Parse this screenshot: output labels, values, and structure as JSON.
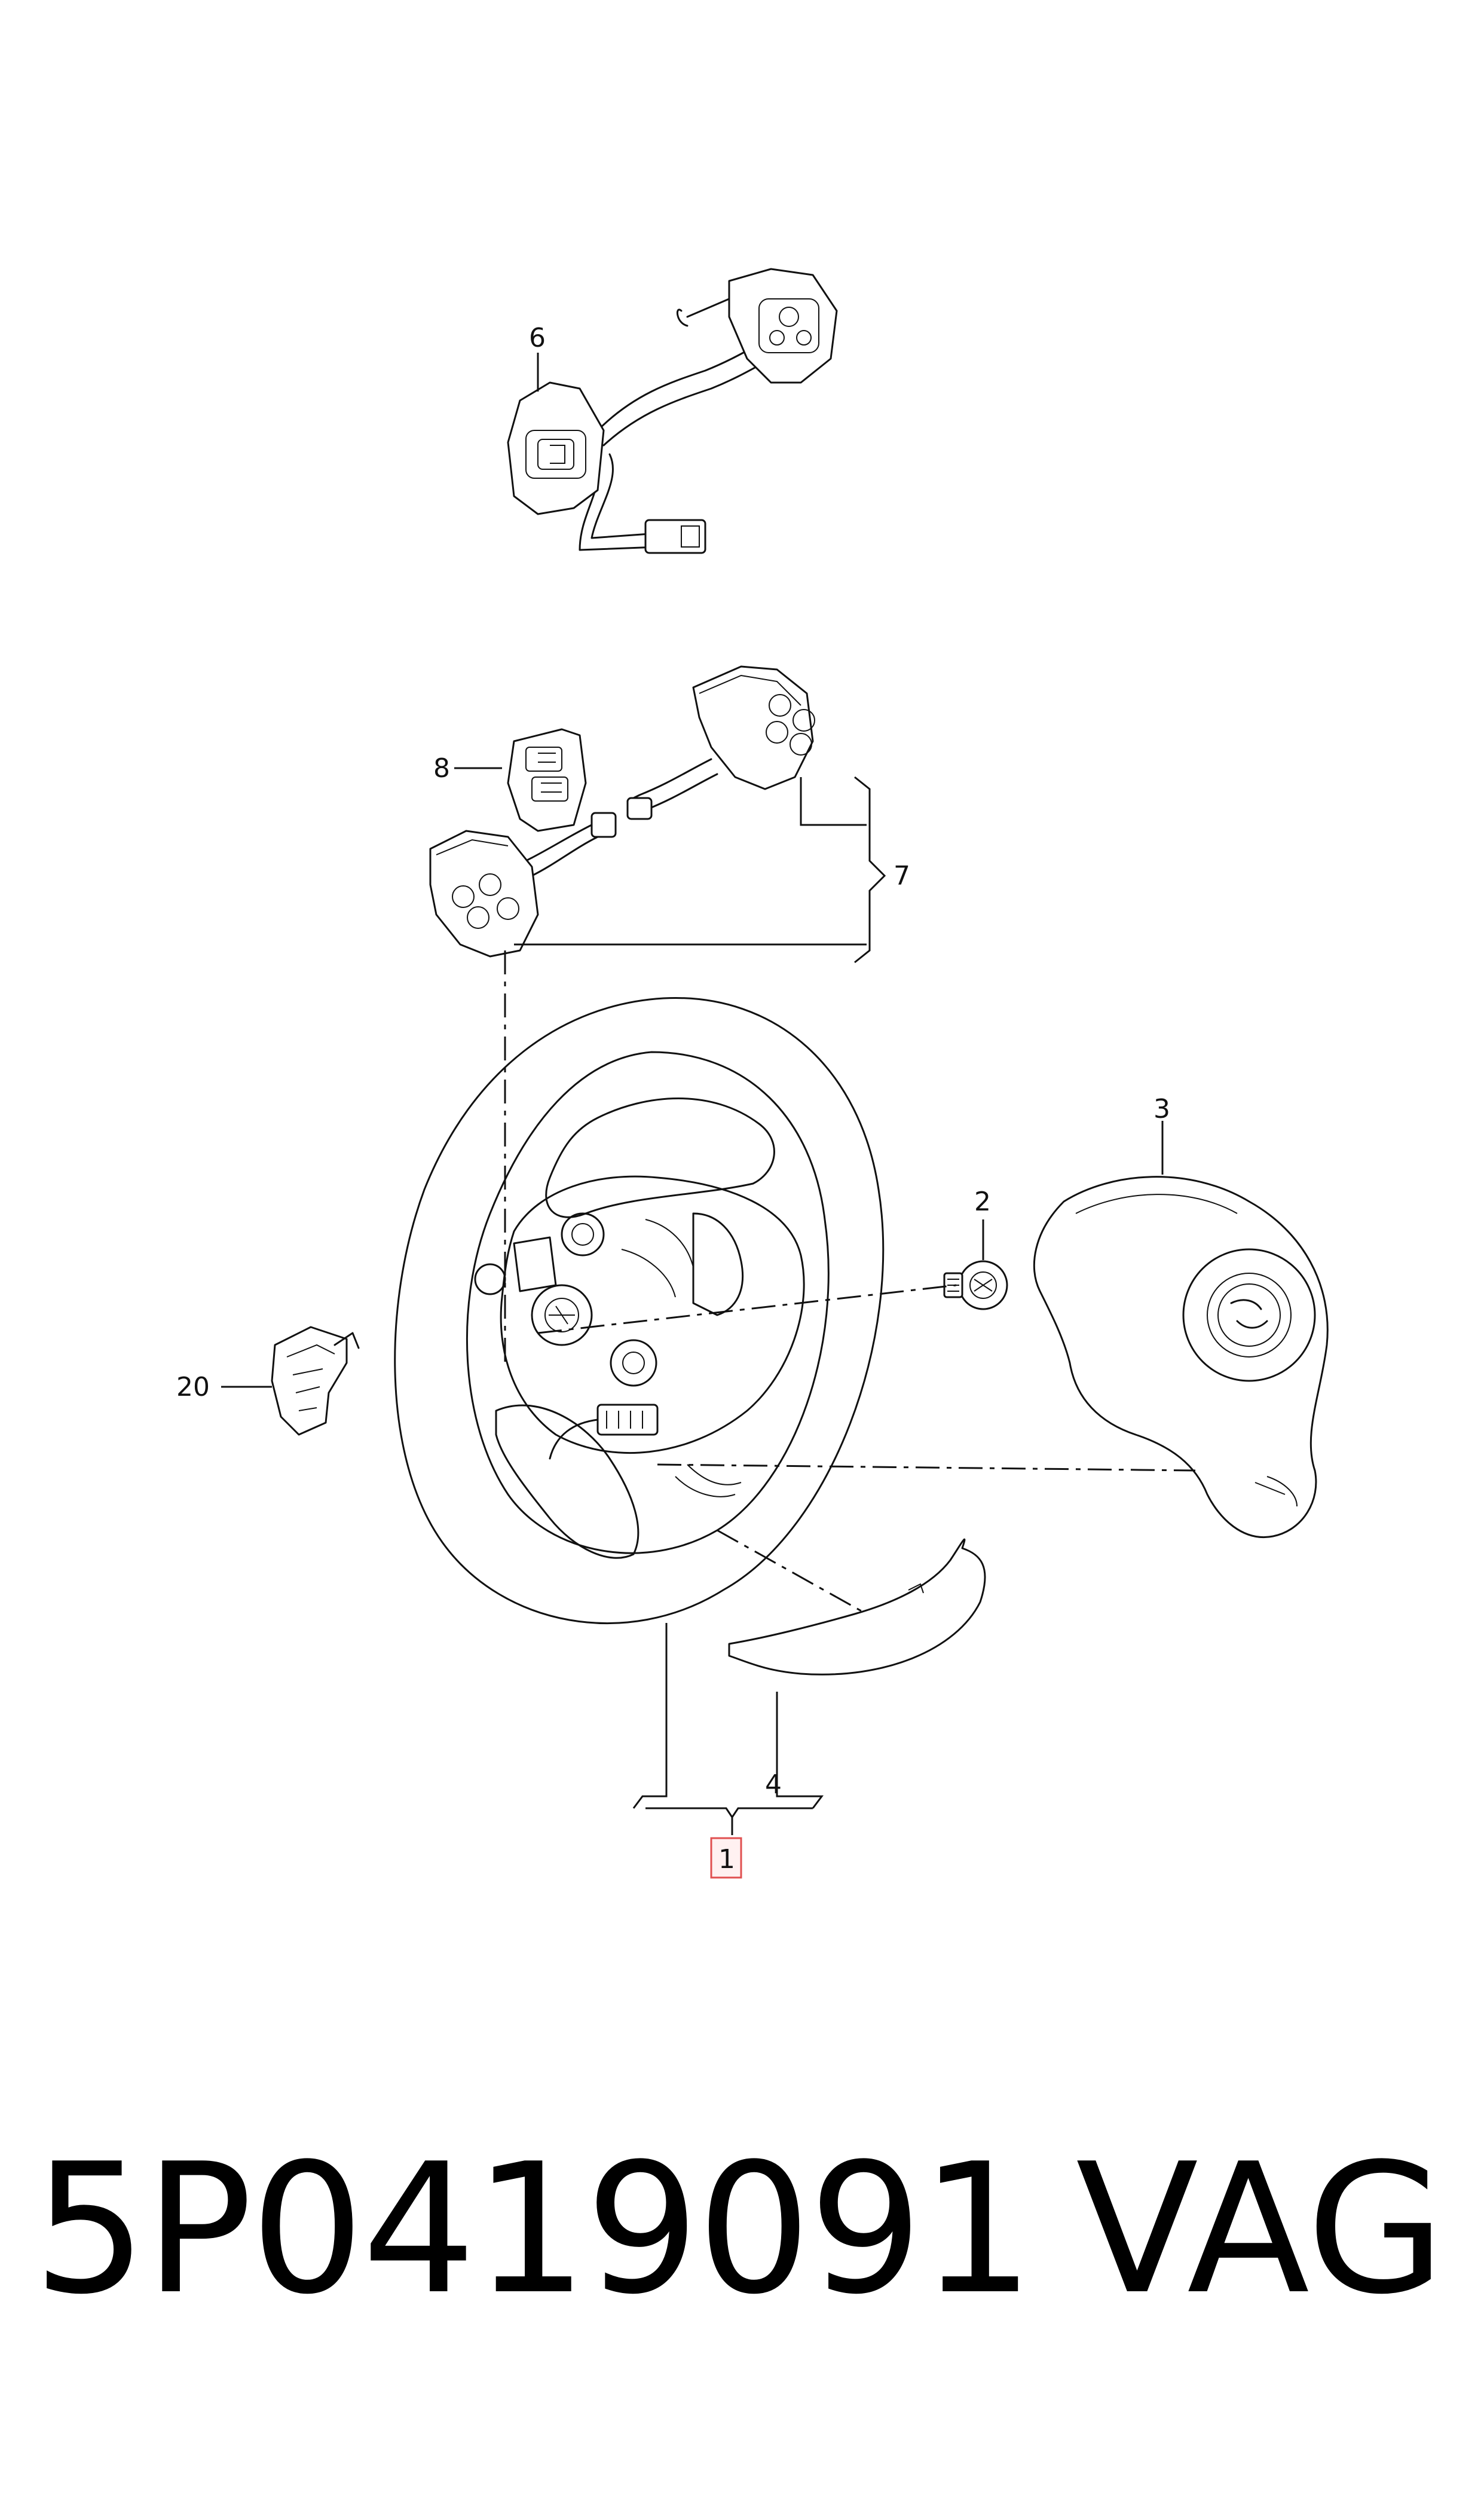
{
  "callouts": {
    "c1": "1",
    "c2": "2",
    "c3": "3",
    "c4": "4",
    "c6": "6",
    "c7": "7",
    "c8": "8",
    "c20": "20"
  },
  "footer": {
    "part_number": "5P0419091",
    "manufacturer": "VAG"
  },
  "colors": {
    "line": "#111111",
    "highlight_stroke": "#e05050",
    "highlight_fill": "#fff1f1"
  }
}
